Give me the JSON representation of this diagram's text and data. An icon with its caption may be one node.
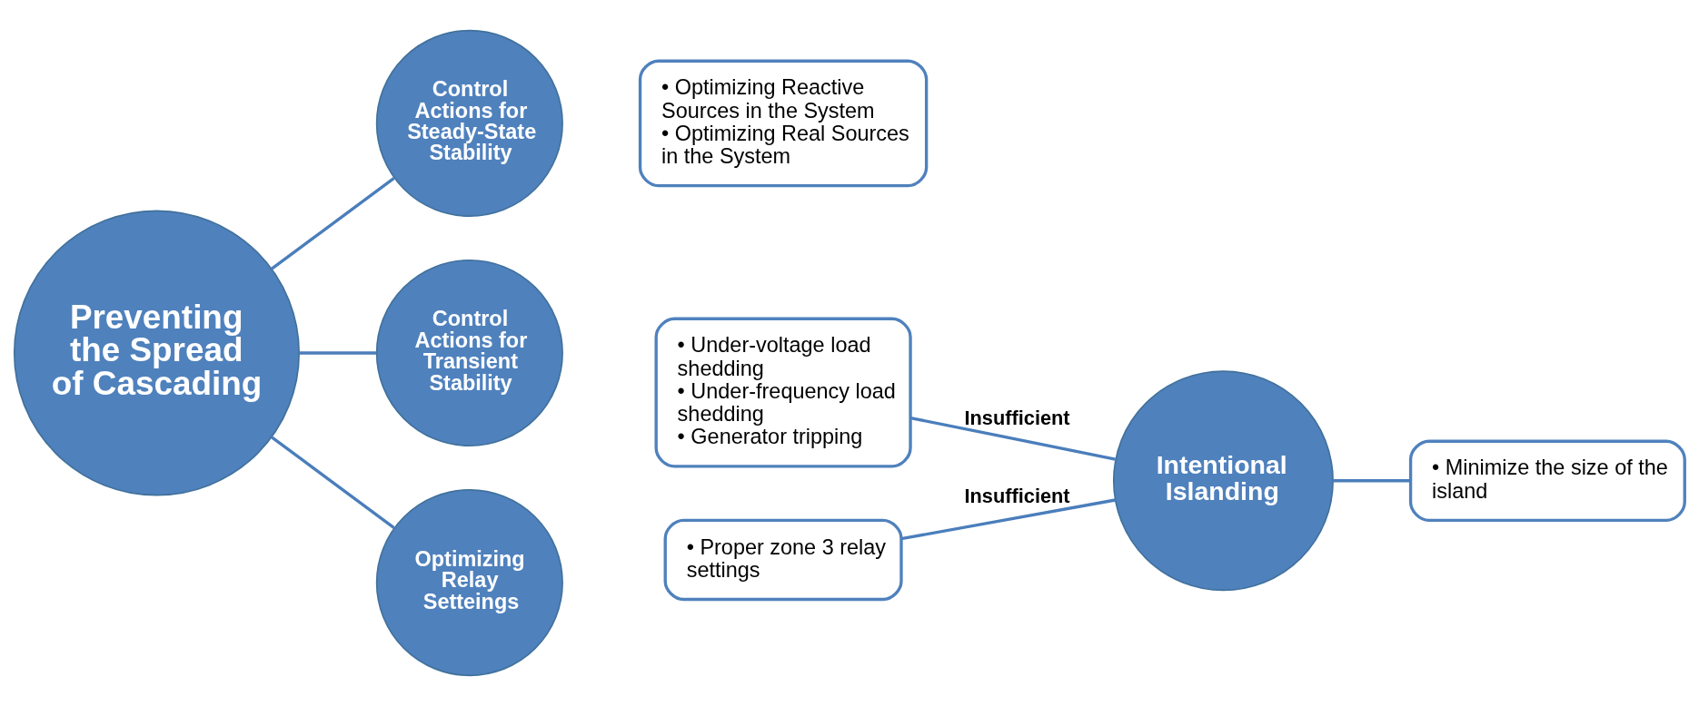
{
  "diagram": {
    "nodes": [
      {
        "text": [
          "Preventing the Spread of Cascading"
        ]
      },
      {
        "text": [
          "Control Actions for Steady-State Stability"
        ]
      },
      {
        "text": [
          "• Optimizing Reactive Sources in the System",
          "• Optimizing Real Sources in the System"
        ]
      },
      {
        "text": [
          "Control Actions for Transient Stability"
        ]
      },
      {
        "text": [
          "• Under-voltage load shedding",
          "• Under-frequency load shedding",
          "• Generator tripping"
        ]
      },
      {
        "text": [
          "Optimizing Relay Setteings"
        ]
      },
      {
        "text": [
          "• Proper zone 3 relay settings"
        ]
      },
      {
        "text": [
          "Intentional Islanding"
        ]
      },
      {
        "text": [
          "• Minimize the size of the island"
        ]
      }
    ],
    "edges": [
      {
        "from": 0,
        "to": 1,
        "arrow": "none"
      },
      {
        "from": 0,
        "to": 3,
        "arrow": "none"
      },
      {
        "from": 0,
        "to": 5,
        "arrow": "none"
      },
      {
        "from": 4,
        "to": 7,
        "label": "Insufficient",
        "arrow": "none"
      },
      {
        "from": 6,
        "to": 7,
        "label": "Insufficient",
        "arrow": "none"
      },
      {
        "from": 7,
        "to": 8,
        "arrow": "none"
      }
    ]
  }
}
